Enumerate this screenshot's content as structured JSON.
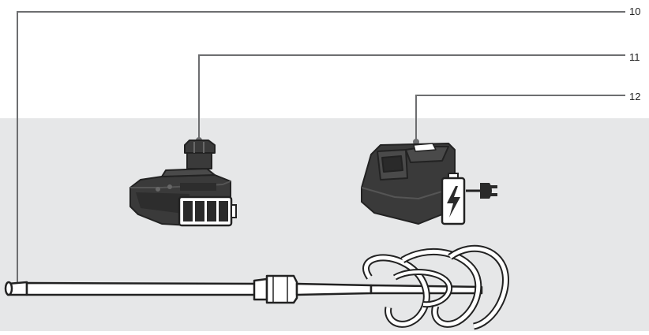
{
  "callouts": {
    "mixing_paddle": {
      "number": "10"
    },
    "battery_pack": {
      "number": "11"
    },
    "charger": {
      "number": "12"
    }
  },
  "colors": {
    "background_top": "#ffffff",
    "background_bottom": "#e6e7e8",
    "leader_line": "#6d6e70",
    "part_fill": "#3a3a3a",
    "part_outline": "#222222",
    "highlight": "#ffffff"
  },
  "icons": {
    "battery_level": "battery-full-icon",
    "charging": "charging-battery-icon",
    "plug": "power-plug-icon"
  }
}
